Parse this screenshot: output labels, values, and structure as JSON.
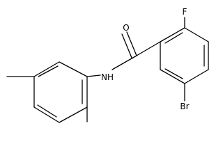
{
  "molecule": {
    "atom_labels": {
      "oxygen": "O",
      "fluorine": "F",
      "amide_nh": "NH",
      "bromine": "Br"
    }
  }
}
